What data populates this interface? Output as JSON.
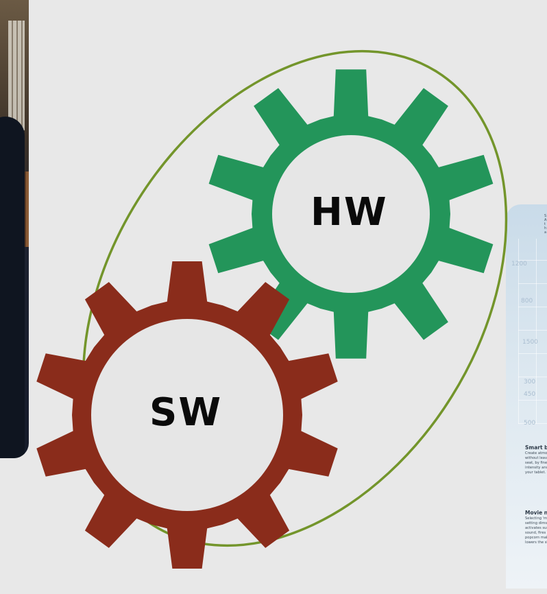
{
  "gears": [
    {
      "id": "hardware",
      "label": "HW",
      "color": "#23955a"
    },
    {
      "id": "software",
      "label": "SW",
      "color": "#8a2c1b"
    }
  ],
  "ellipse_color": "#73952b",
  "gear_center_fill": "#e6e6e6",
  "infographic": {
    "axis_numbers": [
      "1200",
      "800",
      "1500",
      "300",
      "450",
      "500"
    ],
    "captions": [
      {
        "title": "Smart bulbs",
        "text": "Create atmosphere without leaving your seat, by fine-tuning intensity and hue from your tablet."
      },
      {
        "title": "Movie night",
        "text": "Selecting 'movie' setting dims the lights, activates surround sound, fires up the popcorn maker and lowers the shades."
      }
    ]
  }
}
